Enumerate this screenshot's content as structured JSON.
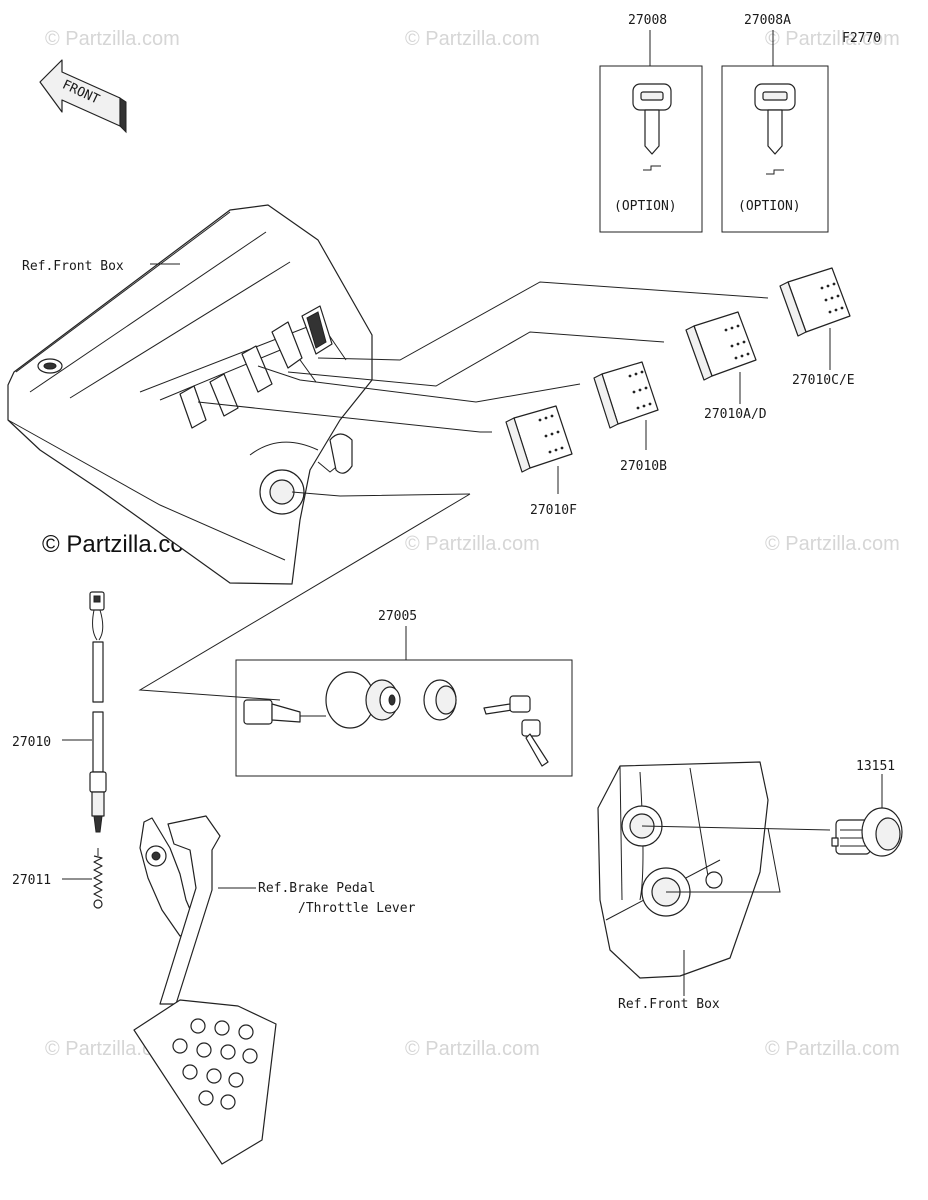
{
  "figure_code": "F2770",
  "front_arrow_label": "FRONT",
  "watermarks": [
    "© Partzilla.com",
    "© Partzilla.com",
    "© Partzilla.com",
    "© Partzilla.com",
    "© Partzilla.com",
    "© Partzilla.com",
    "© Partzilla.com",
    "© Partzilla.com"
  ],
  "main_watermark": "© Partzilla.com",
  "parts": {
    "p27008": "27008",
    "p27008A": "27008A",
    "p27010CE": "27010C/E",
    "p27010AD": "27010A/D",
    "p27010B": "27010B",
    "p27010F": "27010F",
    "p27005": "27005",
    "p27010": "27010",
    "p27011": "27011",
    "p13151": "13151"
  },
  "option_label_1": "(OPTION)",
  "option_label_2": "(OPTION)",
  "refs": {
    "front_box_top": "Ref.Front Box",
    "brake_pedal_1": "Ref.Brake Pedal",
    "brake_pedal_2": "/Throttle Lever",
    "front_box_bottom": "Ref.Front Box"
  }
}
